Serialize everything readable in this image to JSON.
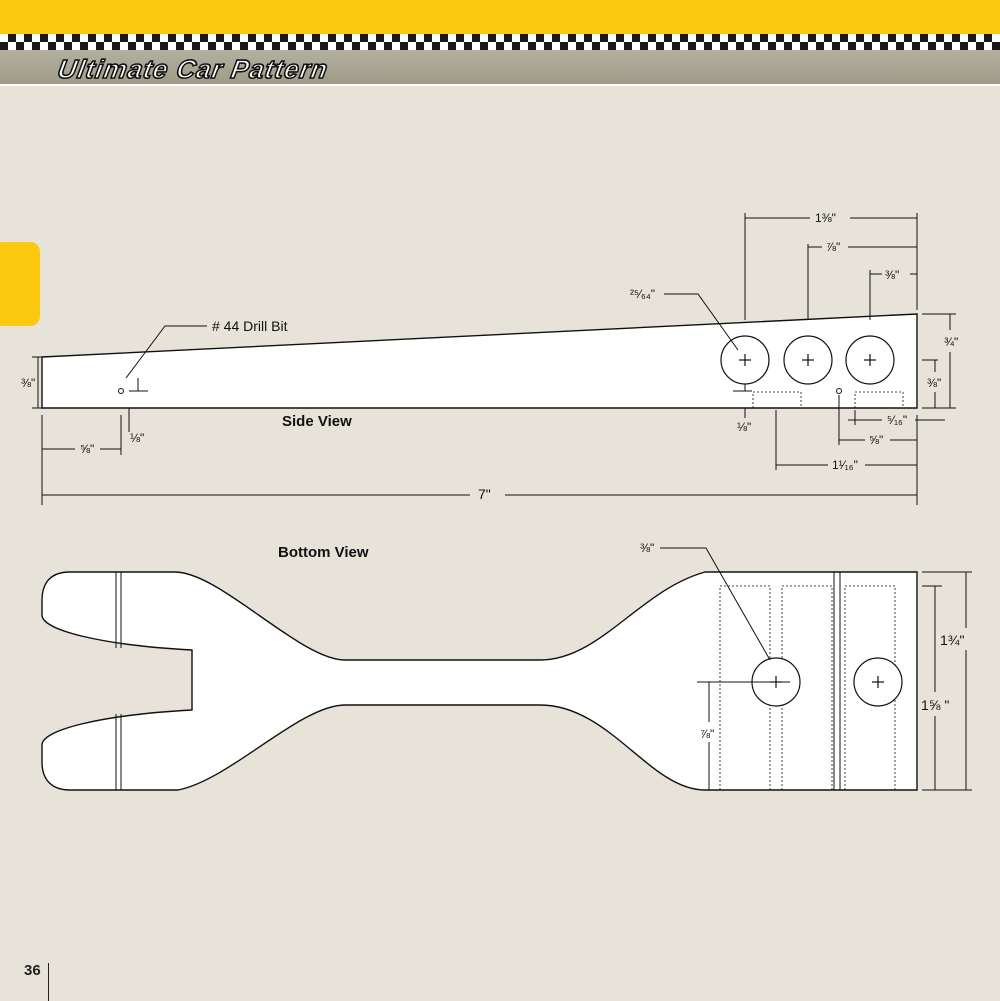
{
  "header": {
    "title": "Ultimate Car Pattern",
    "colors": {
      "accent_yellow": "#fcc80f",
      "band_gray": "#a8a593",
      "page_bg": "#e7e3d9",
      "ink": "#111111"
    }
  },
  "page_number": "36",
  "side_view": {
    "heading": "Side View",
    "drill_note": "# 44 Drill Bit",
    "dims": {
      "overall_length": "7\"",
      "front_height": "⅜\"",
      "rear_height": "¾\"",
      "axle_height": "⅜\"",
      "front_axle_from_front": "⅝\"",
      "axle_offset_front": "⅛\"",
      "axle_offset_rear": "⅛\"",
      "hole_diameter": "²⁵⁄₆₄\"",
      "hole_span_1": "1⅜\"",
      "hole_span_2": "⅞\"",
      "hole_span_3": "⅜\"",
      "rear_axle_1": "⁵⁄₁₆\"",
      "rear_axle_2": "⅝\"",
      "rear_axle_3": "1¹⁄₁₆\""
    }
  },
  "bottom_view": {
    "heading": "Bottom View",
    "dims": {
      "hole_diameter": "⅜\"",
      "hole_offset": "⅞\"",
      "width_outer": "1¾\"",
      "width_inner": "1⅝ \""
    }
  }
}
